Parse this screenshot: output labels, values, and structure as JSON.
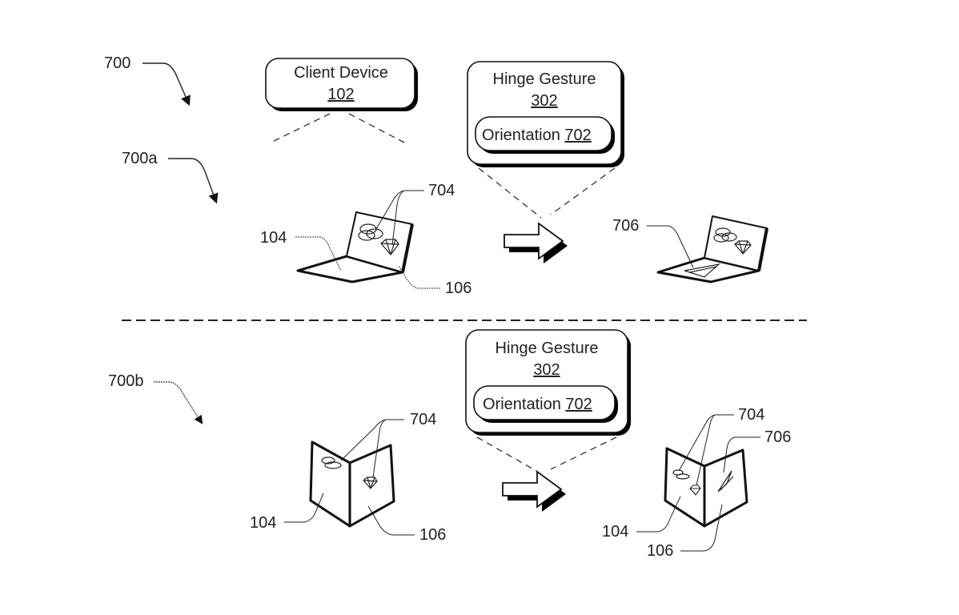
{
  "figure": {
    "ref_main": "700",
    "ref_top": "700a",
    "ref_bottom": "700b"
  },
  "top": {
    "client_device": {
      "title": "Client Device",
      "ref": "102"
    },
    "hinge_gesture": {
      "title": "Hinge Gesture",
      "ref": "302",
      "orientation_label": "Orientation",
      "orientation_ref": "702"
    },
    "left_device": {
      "label_first": "104",
      "label_second": "106",
      "label_content": "704"
    },
    "right_device": {
      "label_content": "706"
    }
  },
  "bottom": {
    "hinge_gesture": {
      "title": "Hinge Gesture",
      "ref": "302",
      "orientation_label": "Orientation",
      "orientation_ref": "702"
    },
    "left_device": {
      "label_first": "104",
      "label_second": "106",
      "label_content": "704"
    },
    "right_device": {
      "label_first": "104",
      "label_second": "106",
      "label_content": "704",
      "label_moved": "706"
    }
  },
  "colors": {
    "ink": "#111111",
    "shadow": "#000000",
    "background": "#ffffff"
  }
}
